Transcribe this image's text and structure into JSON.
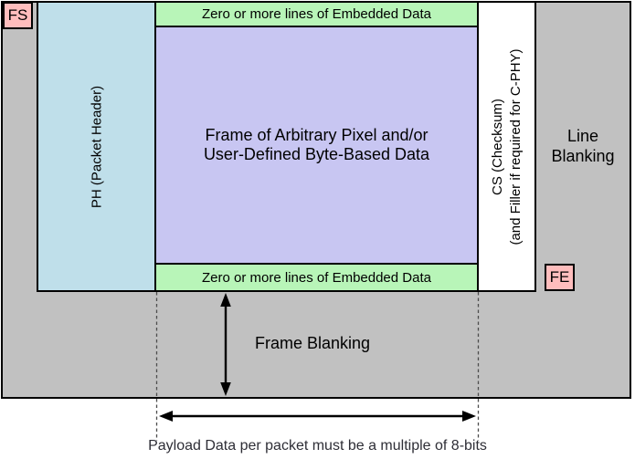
{
  "labels": {
    "fs": "FS",
    "fe": "FE",
    "packet_header": "PH (Packet Header)",
    "embedded_top": "Zero or more lines of Embedded Data",
    "embedded_bottom": "Zero or more lines of Embedded Data",
    "frame_data_lines": [
      "Frame of Arbitrary Pixel and/or",
      "User-Defined Byte-Based Data"
    ],
    "checksum_lines": [
      "CS (Checksum)",
      "(and Filler if required for C-PHY)"
    ],
    "line_blanking_lines": [
      "Line",
      "Blanking"
    ],
    "frame_blanking": "Frame Blanking",
    "caption": "Payload Data per packet must be a multiple of 8-bits"
  },
  "colors": {
    "gray": "#C1C1C1",
    "blue": "#BFDFEA",
    "green": "#B8F5B8",
    "purple": "#C8C6F2",
    "pink": "#FFBDBD",
    "border": "#000000",
    "text": "#000000"
  }
}
